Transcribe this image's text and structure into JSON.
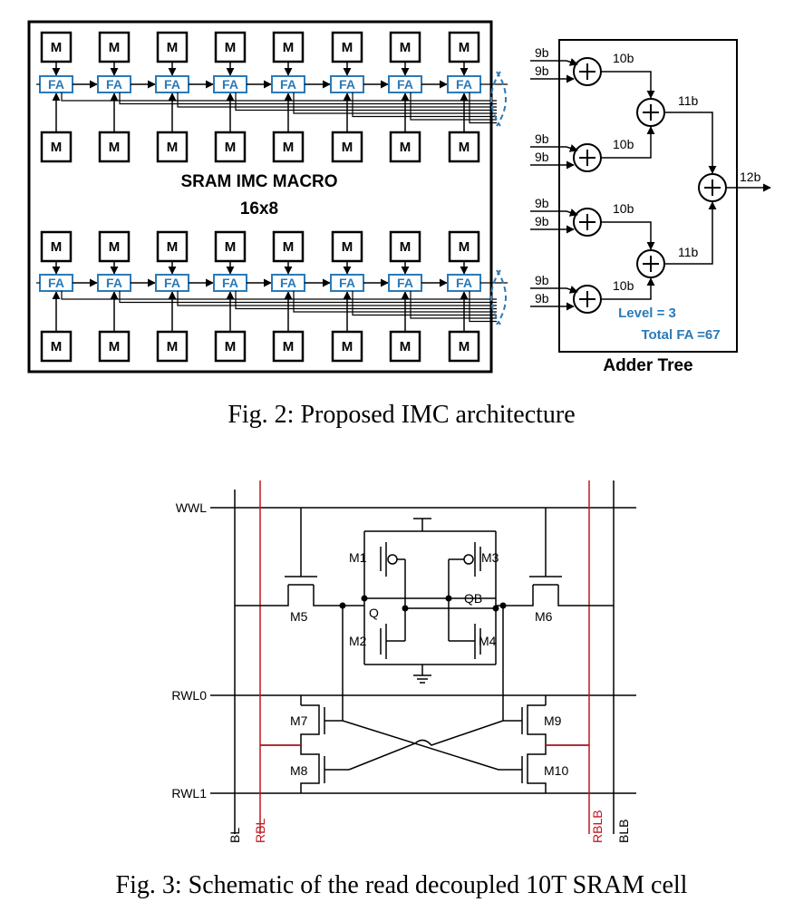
{
  "fig2": {
    "memory_label": "M",
    "adder_label": "FA",
    "macro_title": "SRAM IMC MACRO",
    "macro_size": "16x8",
    "input_width": "9b",
    "level1_width": "10b",
    "level2_width": "11b",
    "output_width": "12b",
    "level_text": "Level = 3",
    "total_fa_text": "Total FA =67",
    "adder_tree_title": "Adder Tree",
    "caption": "Fig. 2: Proposed IMC architecture"
  },
  "fig3": {
    "signals": {
      "wwl": "WWL",
      "rwl0": "RWL0",
      "rwl1": "RWL1",
      "bl": "BL",
      "rbl": "RBL",
      "rblb": "RBLB",
      "blb": "BLB"
    },
    "nodes": {
      "q": "Q",
      "qb": "QB"
    },
    "transistors": {
      "m1": "M1",
      "m2": "M2",
      "m3": "M3",
      "m4": "M4",
      "m5": "M5",
      "m6": "M6",
      "m7": "M7",
      "m8": "M8",
      "m9": "M9",
      "m10": "M10"
    },
    "caption": "Fig. 3: Schematic of the read decoupled 10T SRAM cell"
  },
  "colors": {
    "fa_blue": "#2a7ab8",
    "read_bitline_red": "#c0171f"
  }
}
